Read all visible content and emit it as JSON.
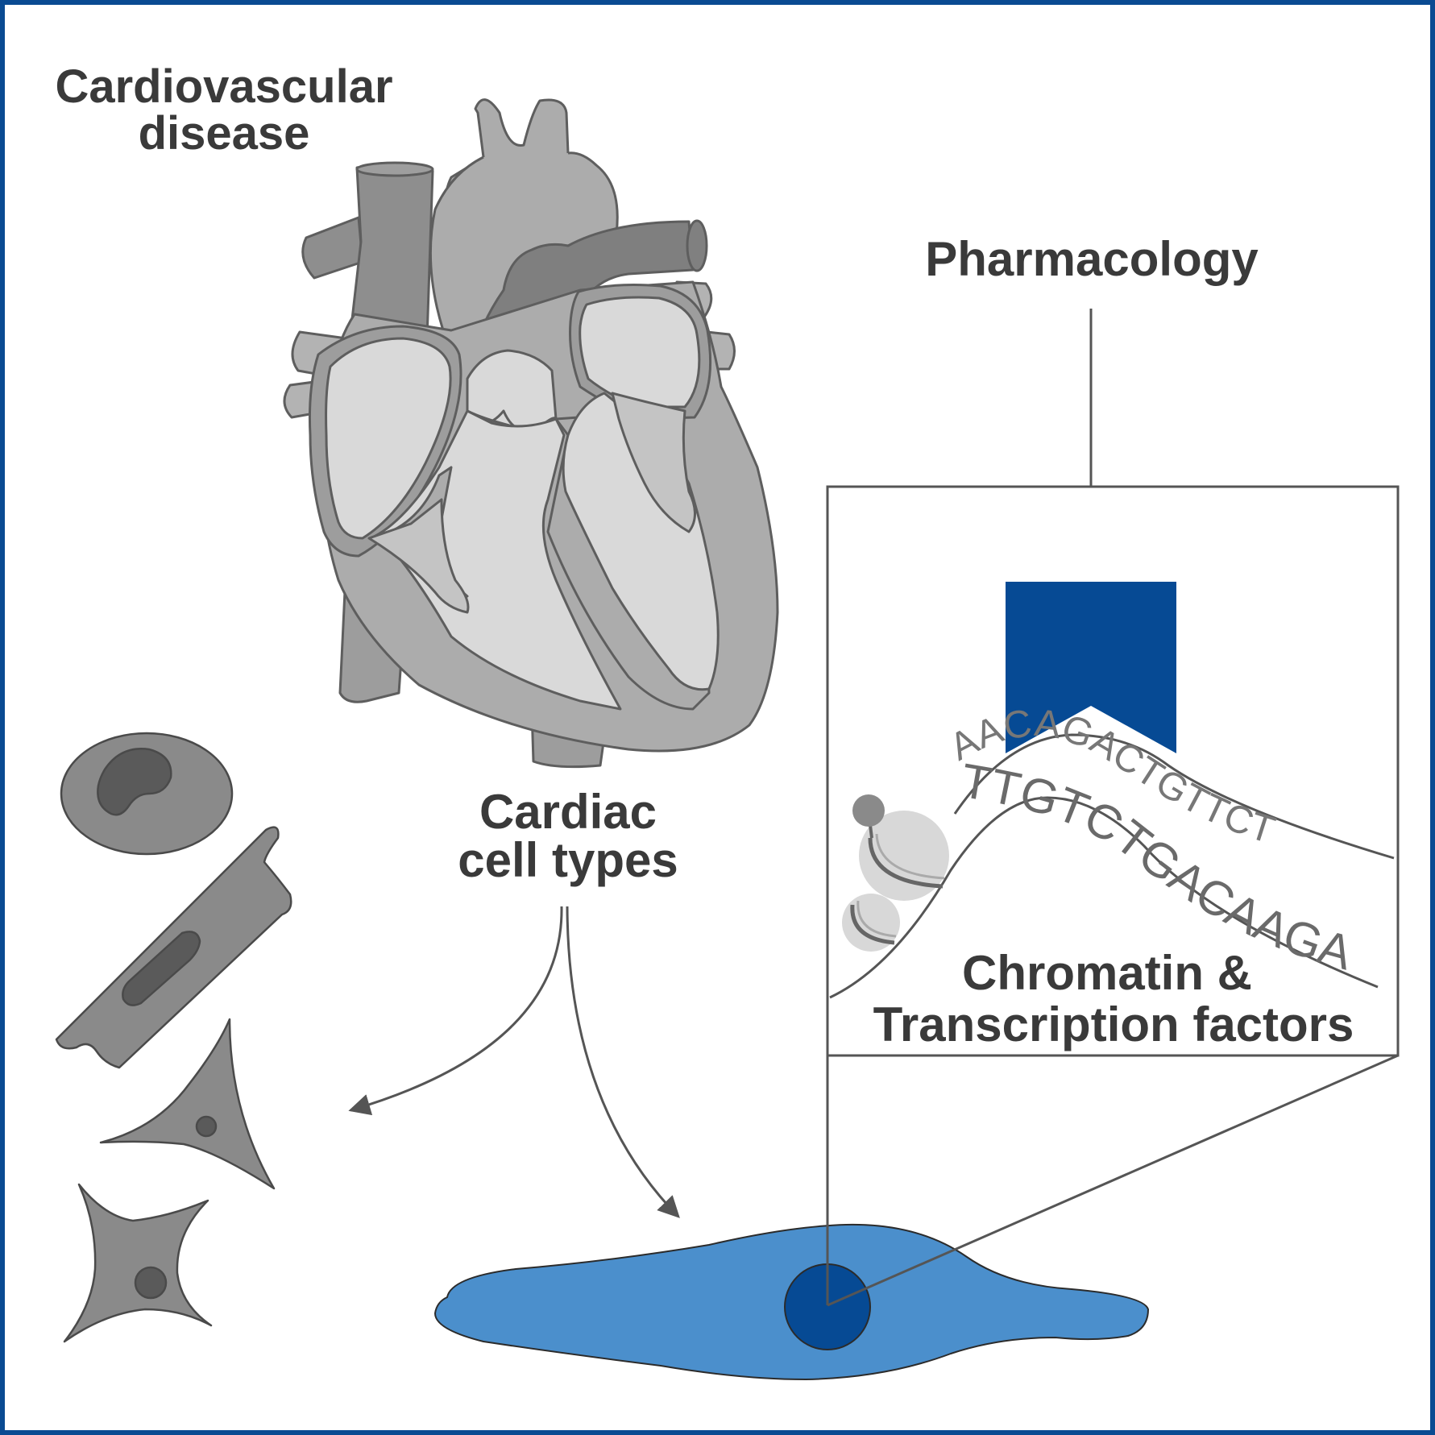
{
  "labels": {
    "cardiovascular_line1": "Cardiovascular",
    "cardiovascular_line2": "disease",
    "pharmacology": "Pharmacology",
    "cardiac_line1": "Cardiac",
    "cardiac_line2": "cell types",
    "chromatin_line1": "Chromatin &",
    "chromatin_line2": "Transcription factors"
  },
  "dna": {
    "top_strand": "AACAGACTGTTCT",
    "bottom_strand": "TTGTCTGACAAGA"
  },
  "colors": {
    "frame": "#0a4b92",
    "drug_block": "#064a94",
    "cell_body": "#4b8fcc",
    "nucleus": "#064a94",
    "text": "#3a3a3a",
    "line": "#555555"
  }
}
